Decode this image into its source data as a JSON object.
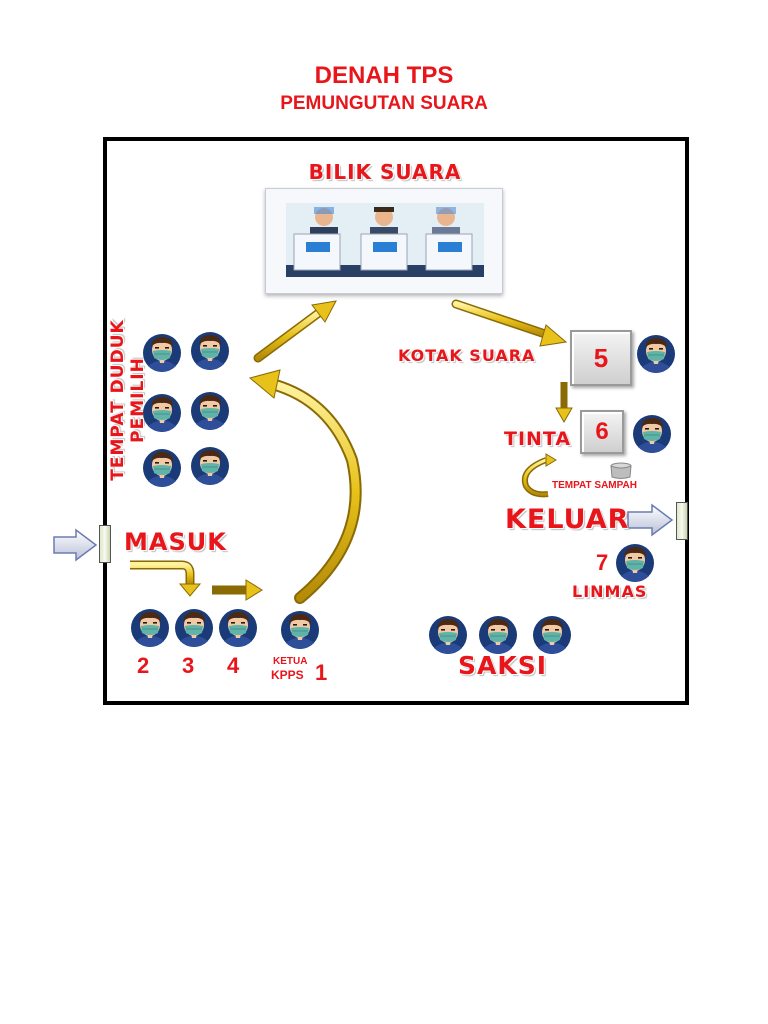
{
  "header": {
    "title": "DENAH TPS",
    "subtitle": "PEMUNGUTAN SUARA"
  },
  "labels": {
    "bilik_suara": "BILIK SUARA",
    "tempat_duduk": "TEMPAT DUDUK PEMILIH",
    "kotak_suara": "KOTAK SUARA",
    "tinta": "TINTA",
    "tempat_sampah": "TEMPAT SAMPAH",
    "keluar": "KELUAR",
    "masuk": "MASUK",
    "linmas": "LINMAS",
    "saksi": "SAKSI",
    "ketua": "KETUA",
    "kpps": "KPPS"
  },
  "numbers": {
    "kotak": "5",
    "tinta": "6",
    "linmas": "7",
    "ketua": "1",
    "p2": "2",
    "p3": "3",
    "p4": "4"
  },
  "colors": {
    "accent": "#e8161b",
    "arrow": "#e8c21a",
    "avatar_bg": "#1a3a78",
    "border": "#000000"
  },
  "icons": [
    "person-icon",
    "arrow-icon",
    "ballot-box-icon",
    "door-icon",
    "trash-bin-icon"
  ]
}
